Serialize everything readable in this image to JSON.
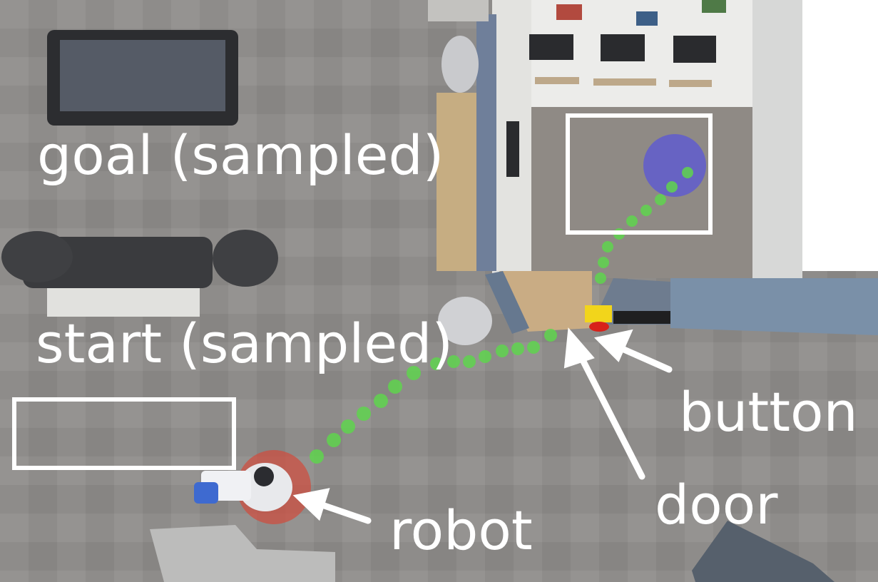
{
  "labels": {
    "goal": "goal (sampled)",
    "start": "start (sampled)",
    "button": "button",
    "door": "door",
    "robot": "robot"
  },
  "colors": {
    "floor": "#8d8b89",
    "room_floor": "#8f8a85",
    "wall": "#e9e9e7",
    "annotation": "#ffffff",
    "path": "#5fd34e",
    "goal_marker": "#5a55d8",
    "robot_marker": "#d24a3c",
    "button_top": "#f2d51b",
    "button_base": "#d8221a"
  }
}
